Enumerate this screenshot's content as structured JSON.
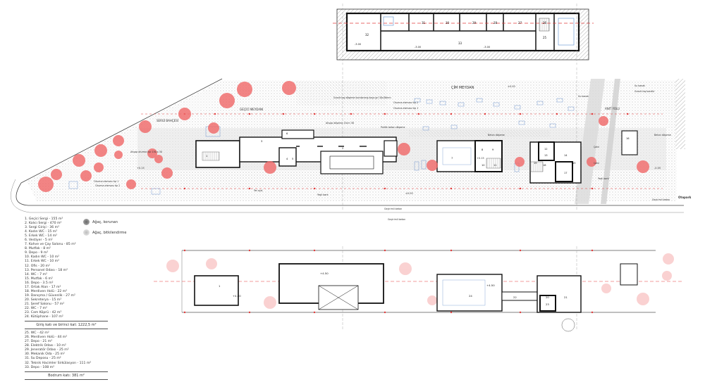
{
  "colors": {
    "accent_red": "#e23b3b",
    "tree_fill": "#f06a6a",
    "wall": "#111111",
    "hatch": "#9a9a9a",
    "pavement": "#cfcfcf"
  },
  "basement_plan": {
    "room_numbers": [
      "32",
      "31",
      "30",
      "29",
      "28",
      "27",
      "26",
      "25",
      "33"
    ],
    "levels": [
      "-3.00",
      "-3.00",
      "-3.00"
    ]
  },
  "site_labels": {
    "cim_meydan": "ÇİM MEYDAN",
    "sergi_bahcesi": "SERGİ BAHÇESİ",
    "gecici_meydan": "GEÇİCİ MEYDANI",
    "anit_yolu": "ANIT YOLU",
    "granit_tas": "Granit taş döşeme kumlanmış kaya gri 30x38mm",
    "oturma_tip2": "Oturma elemanı tip 2",
    "oturma_tip1": "Oturma elemanı tip 1",
    "ahsap_doseme": "Ahşap döşeme 15cm 38",
    "politik_beton": "Politik beton döşeme",
    "su_kanali": "Su kanalı",
    "granit_bordur": "Granit taş bordür",
    "beton_doseme": "Beton döşeme",
    "cakil": "Çakıl",
    "ahsap_oturma": "Ahşap oturma tipi 150 x 30",
    "yer_aydinlatma": "Yer ayd.",
    "yesil_bant": "Yeşil bant",
    "gecirimli_beton": "Geçirimli beton",
    "otopark": "Otopark",
    "oturma_elemani": "Oturma elemanı tip 1",
    "oturma_elemani2": "Oturma elemanı tip 2",
    "level_a": "±0.00",
    "level_b": "+0.15",
    "level_c": "-0.05",
    "room_nums": [
      "1",
      "2",
      "3",
      "4",
      "5",
      "6",
      "7",
      "8",
      "9",
      "10",
      "11",
      "12",
      "13",
      "14",
      "15",
      "16",
      "17",
      "18",
      "19"
    ]
  },
  "upper_plan": {
    "room_nums": [
      "1",
      "24",
      "22",
      "20",
      "21",
      "23"
    ],
    "levels": [
      "+4.50",
      "+4.50",
      "+4.50"
    ]
  },
  "legend": {
    "items": [
      "1. Geçici Sergi - 155 m²",
      "2. Kalıcı Sergi - 470 m²",
      "3. Sergi Girişi - 36 m²",
      "4. Kadın WC - 15 m²",
      "5. Erkek WC - 14 m²",
      "6. Vestiyer - 5 m²",
      "7. Kahve ve Çay Salonu - 85 m²",
      "8. Mutfak - 8 m²",
      "9. Depo - 9 m²",
      "10. Kadın WC - 10 m²",
      "11. Erkek WC - 10 m²",
      "12. Ofis - 20 m²",
      "13. Personel Odası - 18 m²",
      "14. WC - 7 m²",
      "15. Mutfak - 6 m²",
      "16. Depo - 3.5 m²",
      "17. Ortak Alan - 17 m²",
      "18. Merdiven Holü - 22 m²",
      "19. Danışma / Güvenlik - 27 m²",
      "20. Sekreterya - 15 m²",
      "21. Şeref Salonu - 57 m²",
      "22. WC - 7 m²",
      "23. Cam Köprü - 42 m²",
      "24. Kütüphane - 107 m²"
    ],
    "total_1": "Giriş katı ve birinci kat: 1222,5 m²",
    "items_2": [
      "25. WC - 42 m²",
      "26. Merdiven Holü - 44 m²",
      "27. Depo - 21 m²",
      "28. Elektrik Odası - 10 m²",
      "29. Jeneratör Odası - 25 m²",
      "30. Mekanik Oda - 25 m²",
      "31. Su Deposu - 25 m²",
      "32. Teknik Hacimler Sirkülasyon - 111 m²",
      "33. Depo - 108 m²"
    ],
    "total_2": "Bodrum katı: 381 m²",
    "key_protected": "Ağaç, korunan",
    "key_new": "Ağaç, bitkilendirme"
  }
}
